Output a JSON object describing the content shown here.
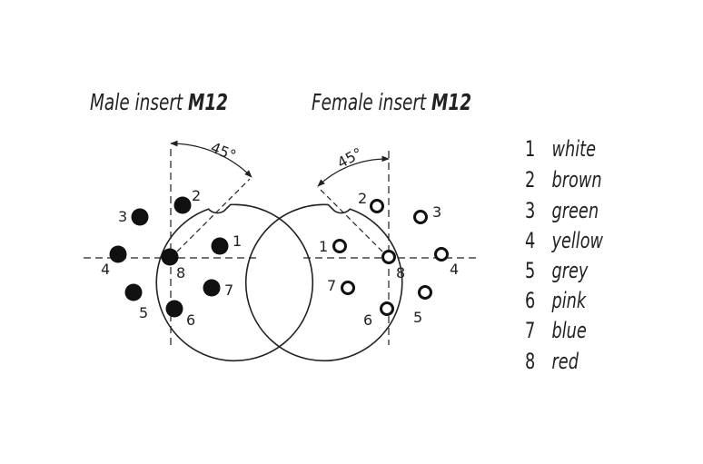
{
  "male": {
    "title_prefix": "Male insert ",
    "title_bold": "M12",
    "angle": "45°",
    "pins": [
      {
        "label": "1"
      },
      {
        "label": "2"
      },
      {
        "label": "3"
      },
      {
        "label": "4"
      },
      {
        "label": "5"
      },
      {
        "label": "6"
      },
      {
        "label": "7"
      },
      {
        "label": "8"
      }
    ]
  },
  "female": {
    "title_prefix": "Female insert ",
    "title_bold": "M12",
    "angle": "45°",
    "pins": [
      {
        "label": "1"
      },
      {
        "label": "2"
      },
      {
        "label": "3"
      },
      {
        "label": "4"
      },
      {
        "label": "5"
      },
      {
        "label": "6"
      },
      {
        "label": "7"
      },
      {
        "label": "8"
      }
    ]
  },
  "legend": [
    {
      "num": "1",
      "color": "white"
    },
    {
      "num": "2",
      "color": "brown"
    },
    {
      "num": "3",
      "color": "green"
    },
    {
      "num": "4",
      "color": "yellow"
    },
    {
      "num": "5",
      "color": "grey"
    },
    {
      "num": "6",
      "color": "pink"
    },
    {
      "num": "7",
      "color": "blue"
    },
    {
      "num": "8",
      "color": "red"
    }
  ]
}
